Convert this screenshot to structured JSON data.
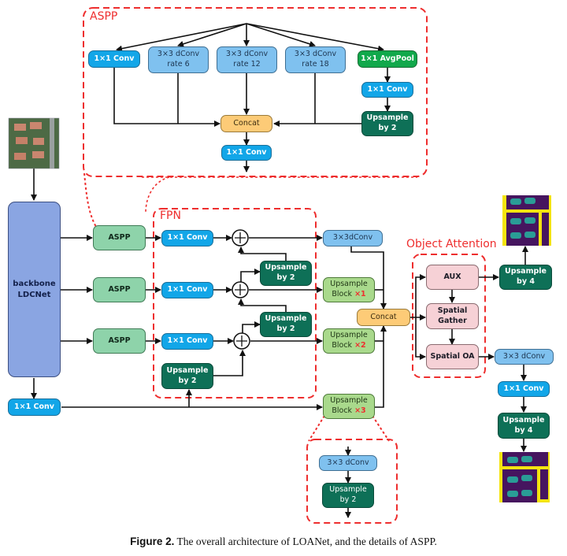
{
  "groups": {
    "aspp_detail": "ASPP",
    "fpn": "FPN",
    "object_attention": "Object Attention"
  },
  "aspp_detail": {
    "branch_conv": "1×1 Conv",
    "dconv_6": [
      "3×3 dConv",
      "rate 6"
    ],
    "dconv_12": [
      "3×3 dConv",
      "rate 12"
    ],
    "dconv_18": [
      "3×3 dConv",
      "rate 18"
    ],
    "avgpool": "1×1 AvgPool",
    "pool_conv": "1×1 Conv",
    "pool_upsample": [
      "Upsample",
      "by 2"
    ],
    "concat": "Concat",
    "out_conv": "1×1 Conv"
  },
  "backbone": [
    "backbone",
    "LDCNet"
  ],
  "aspp_modules": [
    "ASPP",
    "ASPP",
    "ASPP"
  ],
  "fpn": {
    "convs": [
      "1×1 Conv",
      "1×1 Conv",
      "1×1 Conv"
    ],
    "upsample_top": [
      "Upsample",
      "by 2"
    ],
    "upsample_mid": [
      "Upsample",
      "by 2"
    ],
    "upsample_bottom": [
      "Upsample",
      "by 2"
    ]
  },
  "low_level_conv": "1×1 Conv",
  "head": {
    "dconv_top": "3×3dConv",
    "upblock_1": {
      "label": "Upsample",
      "sub": "Block",
      "mult": "×1"
    },
    "upblock_2": {
      "label": "Upsample",
      "sub": "Block",
      "mult": "×2"
    },
    "upblock_3": {
      "label": "Upsample",
      "sub": "Block",
      "mult": "×3"
    },
    "concat": "Concat"
  },
  "upblock_detail": {
    "dconv": "3×3 dConv",
    "upsample": [
      "Upsample",
      "by 2"
    ]
  },
  "object_attention": {
    "aux": "AUX",
    "spatial_gather": [
      "Spatial",
      "Gather"
    ],
    "spatial_oa": "Spatial OA"
  },
  "aux_branch": {
    "upsample": [
      "Upsample",
      "by 4"
    ]
  },
  "output_branch": {
    "dconv": "3×3 dConv",
    "conv": "1×1 Conv",
    "upsample": [
      "Upsample",
      "by 4"
    ]
  },
  "images": {
    "input": "aerial-input-image",
    "aux_output": "aux-segmentation-map",
    "final_output": "final-segmentation-map"
  },
  "caption": {
    "label": "Figure 2.",
    "text": " The overall architecture of LOANet, and the details of ASPP."
  },
  "colors": {
    "dashed_group": "#ee2e2e",
    "conv": "#12a6e8",
    "dconv": "#7fc1ef",
    "upsample": "#0e7057",
    "concat": "#fdcb77",
    "aspp": "#8ed3aa",
    "upsample_block": "#a9d98c",
    "object_attention": "#f6d1d6",
    "backbone": "#8aa5e2",
    "avgpool": "#11a84b"
  }
}
